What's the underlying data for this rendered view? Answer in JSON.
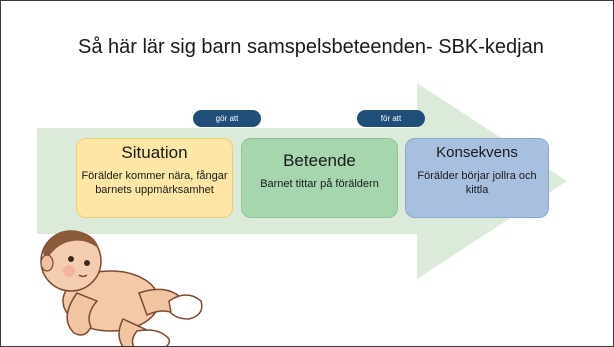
{
  "title": "Så här lär sig barn samspelsbeteenden- SBK-kedjan",
  "connectors": [
    {
      "label": "gör att"
    },
    {
      "label": "för att"
    }
  ],
  "steps": [
    {
      "title": "Situation",
      "description": "Förälder kommer nära, fångar barnets uppmärksamhet",
      "color": "#fde6a6"
    },
    {
      "title": "Beteende",
      "description": "Barnet tittar på föräldern",
      "color": "#a6d6ae"
    },
    {
      "title": "Konsekvens",
      "description": "Förälder börjar jollra och kittla",
      "color": "#a8c0e0"
    }
  ],
  "arrow_color": "#dcebd9",
  "pill_color": "#1f4e79"
}
